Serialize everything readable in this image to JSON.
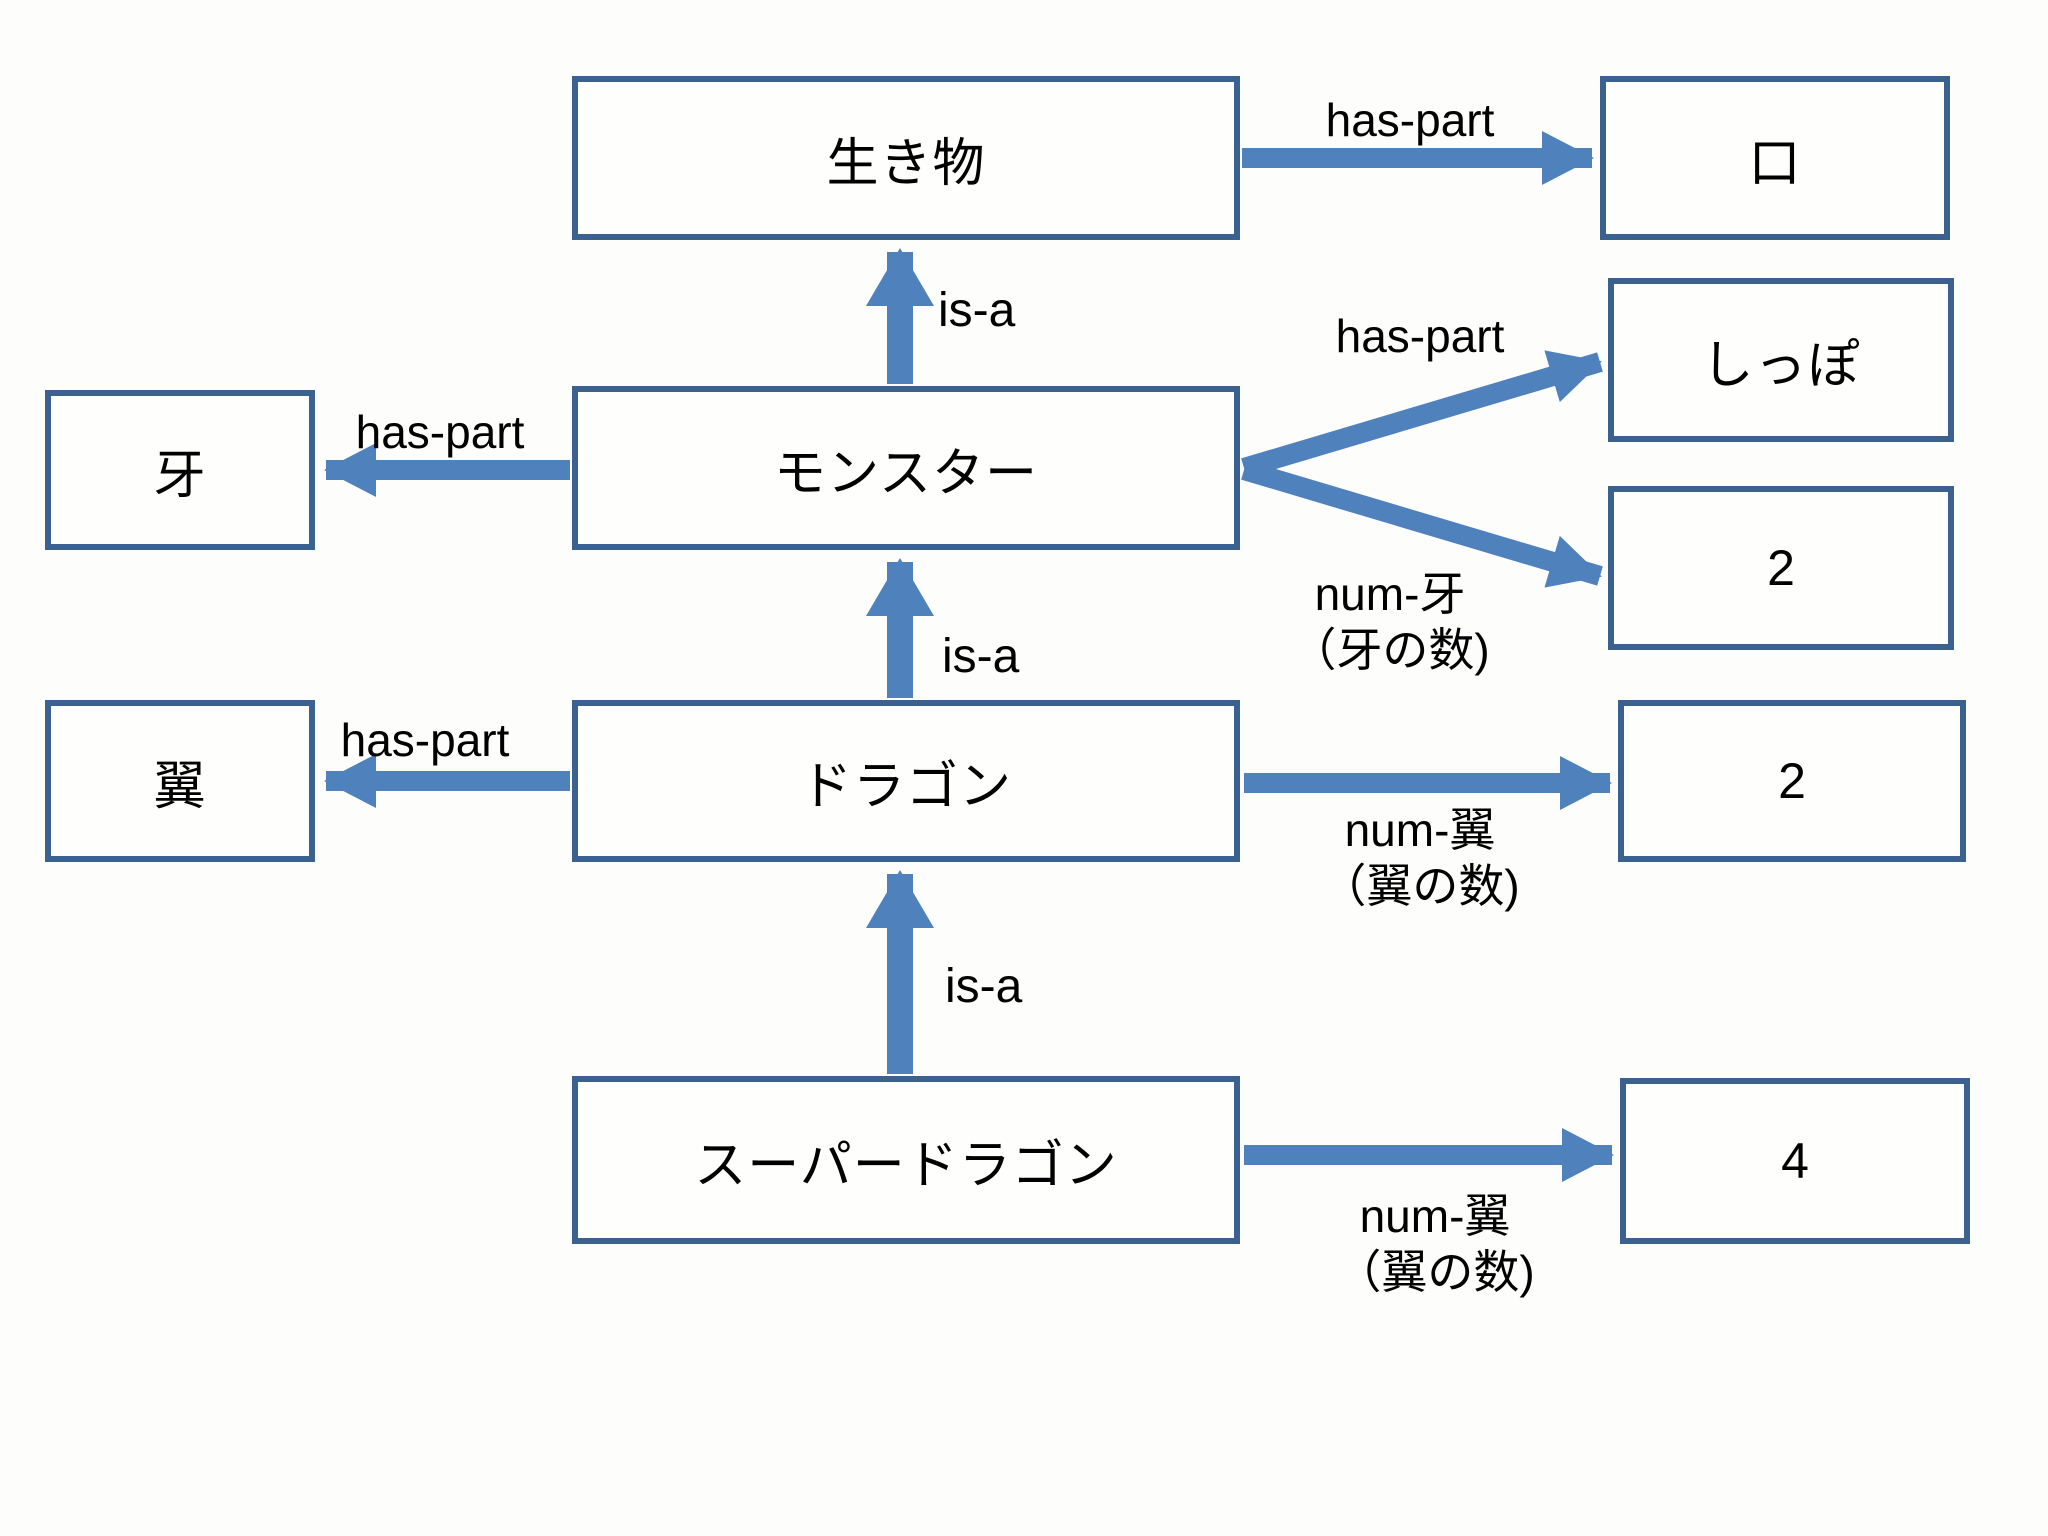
{
  "title": "semantic-network-diagram",
  "colors": {
    "box_border": "#3A618F",
    "arrow": "#4F81BD",
    "text": "#000000",
    "background": "#FDFDFB"
  },
  "nodes": {
    "creature": {
      "label": "生き物"
    },
    "mouth": {
      "label": "口"
    },
    "fang": {
      "label": "牙"
    },
    "monster": {
      "label": "モンスター"
    },
    "tail": {
      "label": "しっぽ"
    },
    "fang_count": {
      "label": "2"
    },
    "wing": {
      "label": "翼"
    },
    "dragon": {
      "label": "ドラゴン"
    },
    "wing_count": {
      "label": "2"
    },
    "super_dragon": {
      "label": "スーパードラゴン"
    },
    "super_wing_count": {
      "label": "4"
    }
  },
  "edges": {
    "creature_mouth": {
      "label": "has-part"
    },
    "monster_creature": {
      "label": "is-a"
    },
    "monster_fang": {
      "label": "has-part"
    },
    "monster_tail": {
      "label": "has-part"
    },
    "monster_fang_count": {
      "label_line1": "num-牙",
      "label_line2": "（牙の数)"
    },
    "dragon_monster": {
      "label": "is-a"
    },
    "dragon_wing": {
      "label": "has-part"
    },
    "dragon_wing_count": {
      "label_line1": "num-翼",
      "label_line2": "（翼の数)"
    },
    "superdragon_dragon": {
      "label": "is-a"
    },
    "superdragon_wing_count": {
      "label_line1": "num-翼",
      "label_line2": "（翼の数)"
    }
  }
}
